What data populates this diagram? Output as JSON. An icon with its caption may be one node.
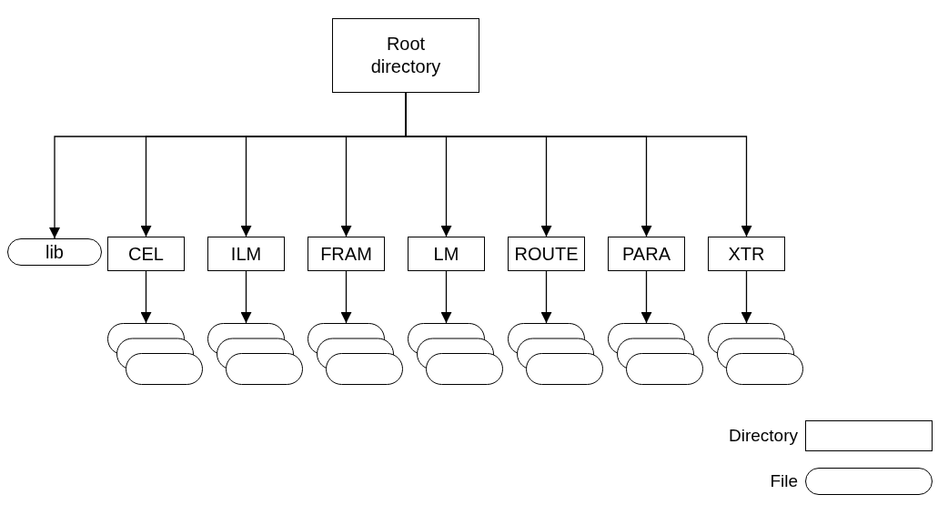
{
  "diagram": {
    "nodes": [
      {
        "text": [
          "Root directory"
        ]
      },
      {
        "text": [
          "lib"
        ]
      },
      {
        "text": [
          "CEL"
        ]
      },
      {
        "text": [
          "ILM"
        ]
      },
      {
        "text": [
          "FRAM"
        ]
      },
      {
        "text": [
          "LM"
        ]
      },
      {
        "text": [
          "ROUTE"
        ]
      },
      {
        "text": [
          "PARA"
        ]
      },
      {
        "text": [
          "XTR"
        ]
      },
      {
        "text": [],
        "shape": "stack"
      },
      {
        "text": [],
        "shape": "stack"
      },
      {
        "text": [],
        "shape": "stack"
      },
      {
        "text": [],
        "shape": "stack"
      },
      {
        "text": [],
        "shape": "stack"
      },
      {
        "text": [],
        "shape": "stack"
      },
      {
        "text": [],
        "shape": "stack"
      }
    ],
    "edges": [
      {
        "from": 0,
        "to": 1,
        "arrow": "to"
      },
      {
        "from": 0,
        "to": 2,
        "arrow": "to"
      },
      {
        "from": 0,
        "to": 3,
        "arrow": "to"
      },
      {
        "from": 0,
        "to": 4,
        "arrow": "to"
      },
      {
        "from": 0,
        "to": 5,
        "arrow": "to"
      },
      {
        "from": 0,
        "to": 6,
        "arrow": "to"
      },
      {
        "from": 0,
        "to": 7,
        "arrow": "to"
      },
      {
        "from": 0,
        "to": 8,
        "arrow": "to"
      },
      {
        "from": 2,
        "to": 9,
        "arrow": "to"
      },
      {
        "from": 3,
        "to": 10,
        "arrow": "to"
      },
      {
        "from": 4,
        "to": 11,
        "arrow": "to"
      },
      {
        "from": 5,
        "to": 12,
        "arrow": "to"
      },
      {
        "from": 6,
        "to": 13,
        "arrow": "to"
      },
      {
        "from": 7,
        "to": 14,
        "arrow": "to"
      },
      {
        "from": 8,
        "to": 15,
        "arrow": "to"
      }
    ],
    "legend": [
      {
        "text": "Directory"
      },
      {
        "text": "File"
      }
    ]
  }
}
